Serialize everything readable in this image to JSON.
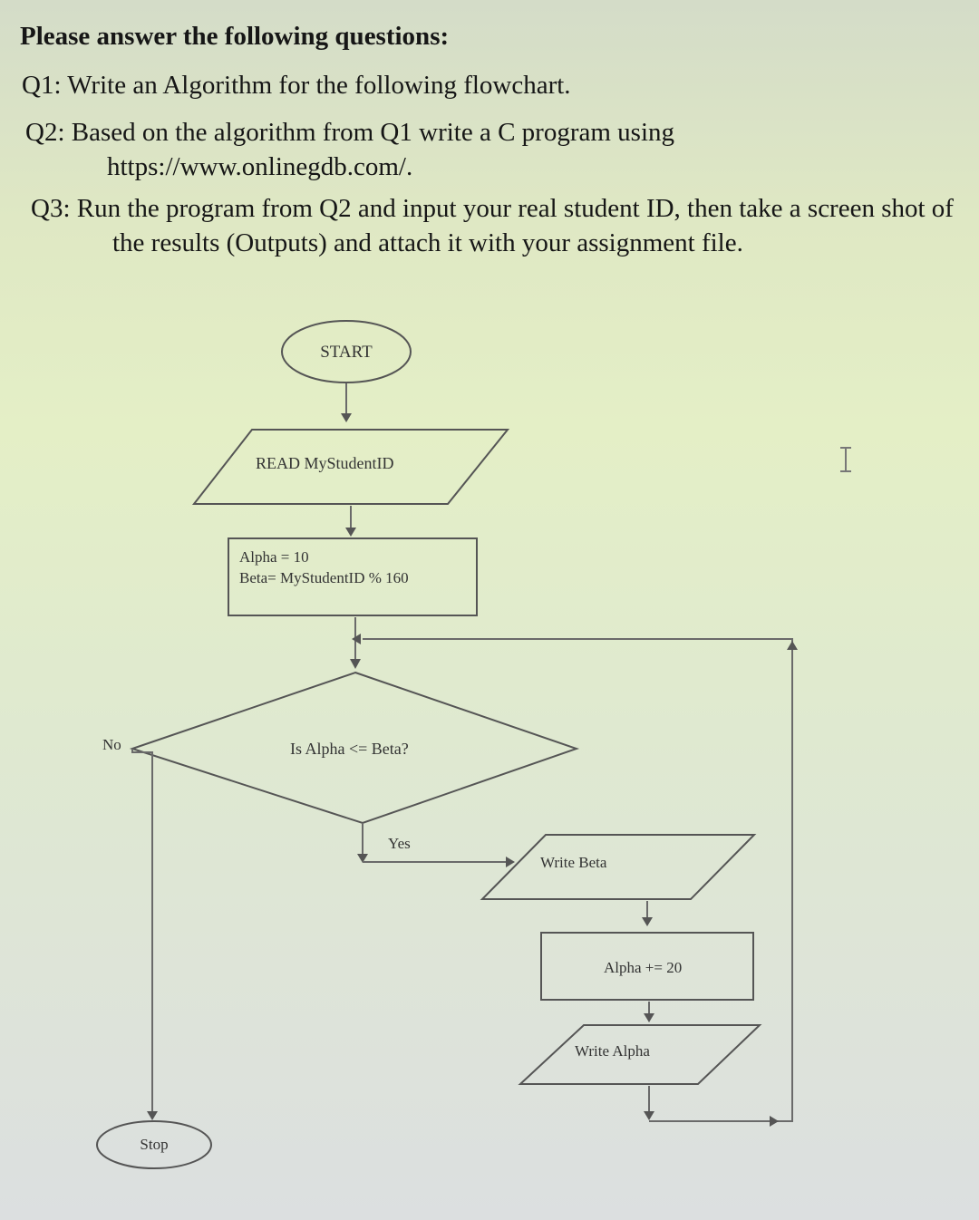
{
  "instructions": {
    "heading": "Please answer the following questions:",
    "q1": "Q1: Write an Algorithm for the following flowchart.",
    "q2_line1": "Q2: Based on the algorithm from Q1 write a C program using",
    "q2_line2": "https://www.onlinegdb.com/.",
    "q3_line1": "Q3: Run the program from Q2 and input your real student ID, then take a screen shot of",
    "q3_line2": "the results (Outputs) and attach it with your assignment file."
  },
  "flowchart": {
    "start": "START",
    "read": "READ MyStudentID",
    "init_line1": "Alpha = 10",
    "init_line2": "Beta= MyStudentID % 160",
    "decision": "Is Alpha <= Beta?",
    "no_label": "No",
    "yes_label": "Yes",
    "write_beta": "Write  Beta",
    "increment": "Alpha += 20",
    "write_alpha": "Write Alpha",
    "stop": "Stop"
  },
  "cursor_icon": "text-cursor-icon"
}
